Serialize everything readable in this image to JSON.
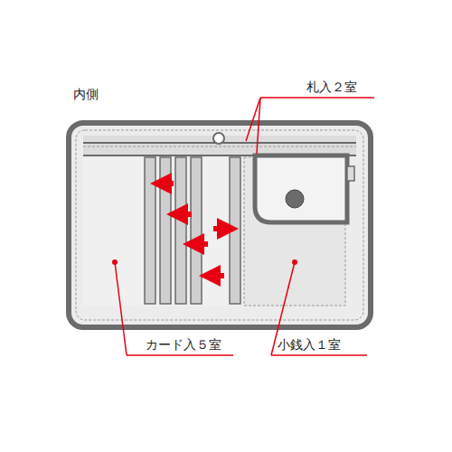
{
  "diagram": {
    "labels": [
      "内側",
      "札入２室",
      "カード入５室",
      "小銭入１室"
    ]
  }
}
